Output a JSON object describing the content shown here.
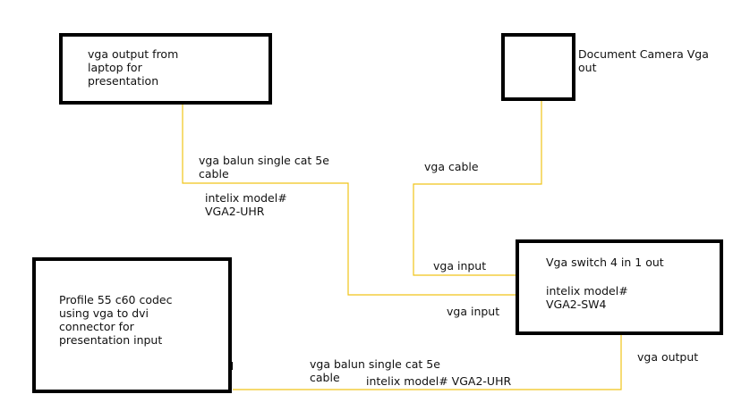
{
  "colors": {
    "wire": "#f0c419",
    "box_border": "#000000",
    "text": "#111111",
    "background": "#ffffff"
  },
  "boxes": {
    "laptop": [
      "vga output from",
      "laptop for",
      "presentation"
    ],
    "camera": [
      "Document Camera Vga",
      "out"
    ],
    "switch": {
      "title": "Vga switch 4 in 1 out",
      "model": [
        "intelix model#",
        "VGA2-SW4"
      ]
    },
    "codec": [
      "Profile 55 c60 codec",
      "using vga to dvi",
      "connector for",
      "presentation input"
    ]
  },
  "labels": {
    "balun_top": [
      "vga balun single cat 5e",
      "cable"
    ],
    "model_top": [
      "intelix model#",
      "VGA2-UHR"
    ],
    "vga_cable": "vga cable",
    "vga_input_upper": "vga input",
    "vga_input_lower": "vga input",
    "vga_output": "vga output",
    "balun_bottom": [
      "vga balun single cat 5e",
      "cable"
    ],
    "model_bottom": "intelix model# VGA2-UHR"
  }
}
